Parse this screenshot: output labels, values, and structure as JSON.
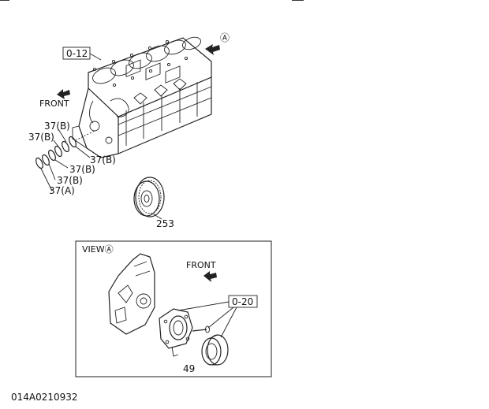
{
  "labels": {
    "block_ref": "0-12",
    "view_arrow_marker": "Ⓐ",
    "front_top": "FRONT",
    "front_view": "FRONT",
    "ring_1": "37(B)",
    "ring_2": "37(B)",
    "ring_3": "37(B)",
    "ring_4": "37(B)",
    "ring_5": "37(B)",
    "ring_6": "37(A)",
    "gear_part": "253",
    "view_title": "VIEWⒶ",
    "seal_ref": "0-20",
    "retainer_part": "49",
    "drawing_id": "014A0210932"
  },
  "colors": {
    "ink": "#222222",
    "background": "#ffffff"
  }
}
